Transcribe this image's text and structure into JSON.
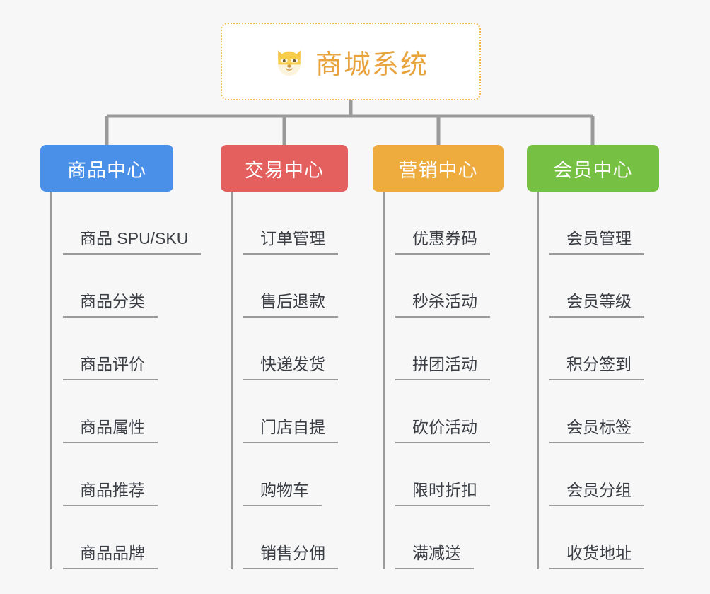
{
  "root": {
    "icon": "dog-face-icon",
    "title": "商城系统",
    "title_color": "#e8a33d",
    "border_color": "#f0b849"
  },
  "background_color": "#f7f7f7",
  "connector_color": "#9a9a9a",
  "columns": [
    {
      "id": "product-center",
      "label": "商品中心",
      "color": "#4a90e8",
      "items": [
        "商品 SPU/SKU",
        "商品分类",
        "商品评价",
        "商品属性",
        "商品推荐",
        "商品品牌"
      ]
    },
    {
      "id": "trade-center",
      "label": "交易中心",
      "color": "#e4605e",
      "items": [
        "订单管理",
        "售后退款",
        "快递发货",
        "门店自提",
        "购物车",
        "销售分佣"
      ]
    },
    {
      "id": "marketing-center",
      "label": "营销中心",
      "color": "#eeab3e",
      "items": [
        "优惠券码",
        "秒杀活动",
        "拼团活动",
        "砍价活动",
        "限时折扣",
        "满减送"
      ]
    },
    {
      "id": "member-center",
      "label": "会员中心",
      "color": "#76c044",
      "items": [
        "会员管理",
        "会员等级",
        "积分签到",
        "会员标签",
        "会员分组",
        "收货地址"
      ]
    }
  ]
}
